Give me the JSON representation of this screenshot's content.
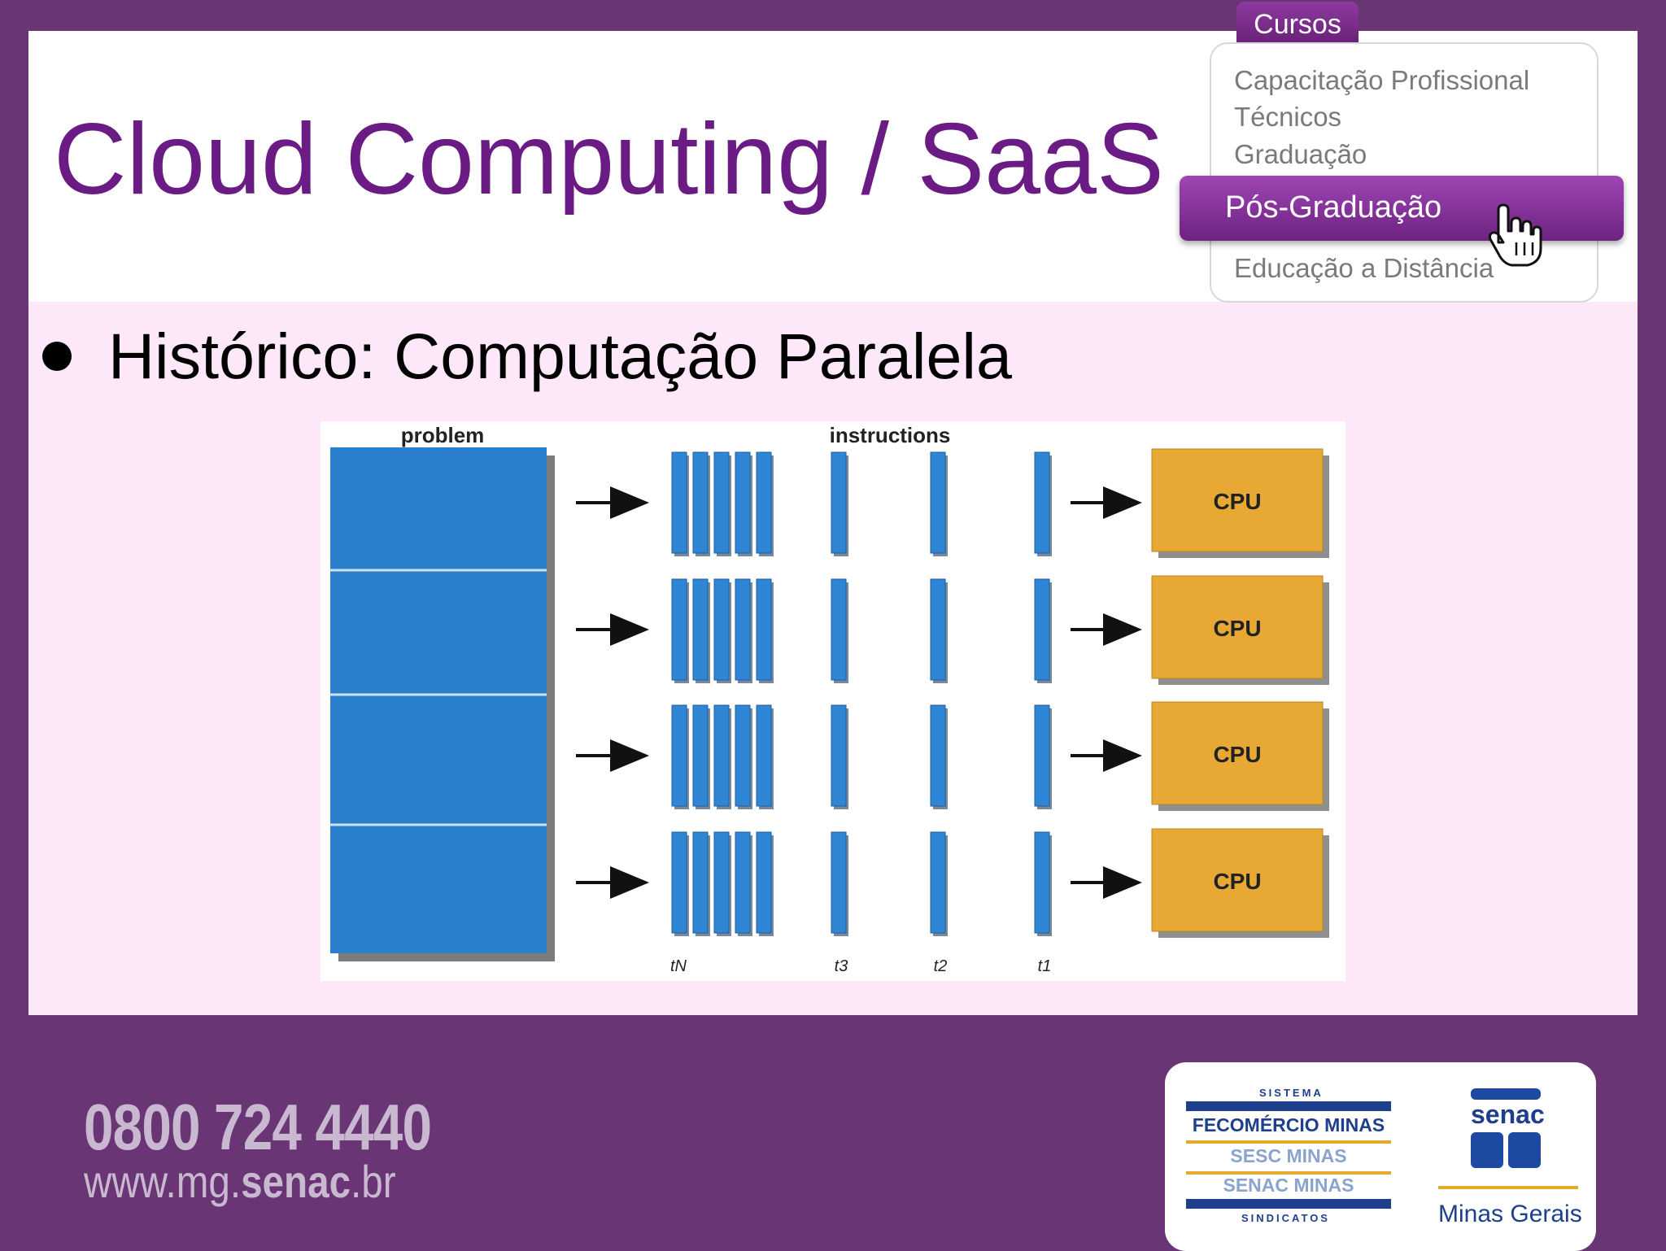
{
  "slide": {
    "title": "Cloud Computing / SaaS",
    "bullet": "Histórico: Computação Paralela"
  },
  "courses_menu": {
    "tab_label": "Cursos",
    "items": [
      "Capacitação Profissional",
      "Técnicos",
      "Graduação",
      "Pós-Graduação",
      "Educação a Distância"
    ],
    "selected": "Pós-Graduação"
  },
  "diagram": {
    "problem_label": "problem",
    "instructions_label": "instructions",
    "cpu_labels": [
      "CPU",
      "CPU",
      "CPU",
      "CPU"
    ],
    "time_labels": [
      "tN",
      "t3",
      "t2",
      "t1"
    ],
    "colors": {
      "problem_blue": "#2a80cc",
      "instruction_blue": "#2f86d4",
      "cpu_gold": "#e7a834"
    }
  },
  "footer": {
    "phone": "0800 724 4440",
    "url_prefix": "www.mg.",
    "url_bold": "senac",
    "url_suffix": ".br",
    "logos": {
      "sistema": "SISTEMA",
      "fecomercio": "FECOMÉRCIO MINAS",
      "sesc": "SESC MINAS",
      "senac_minas": "SENAC MINAS",
      "sindicatos": "SINDICATOS",
      "senac": "senac",
      "minas_gerais": "Minas Gerais"
    }
  },
  "colors": {
    "frame_purple": "#6a3575",
    "title_purple": "#6a1b84",
    "body_pink": "#fce8f8"
  }
}
